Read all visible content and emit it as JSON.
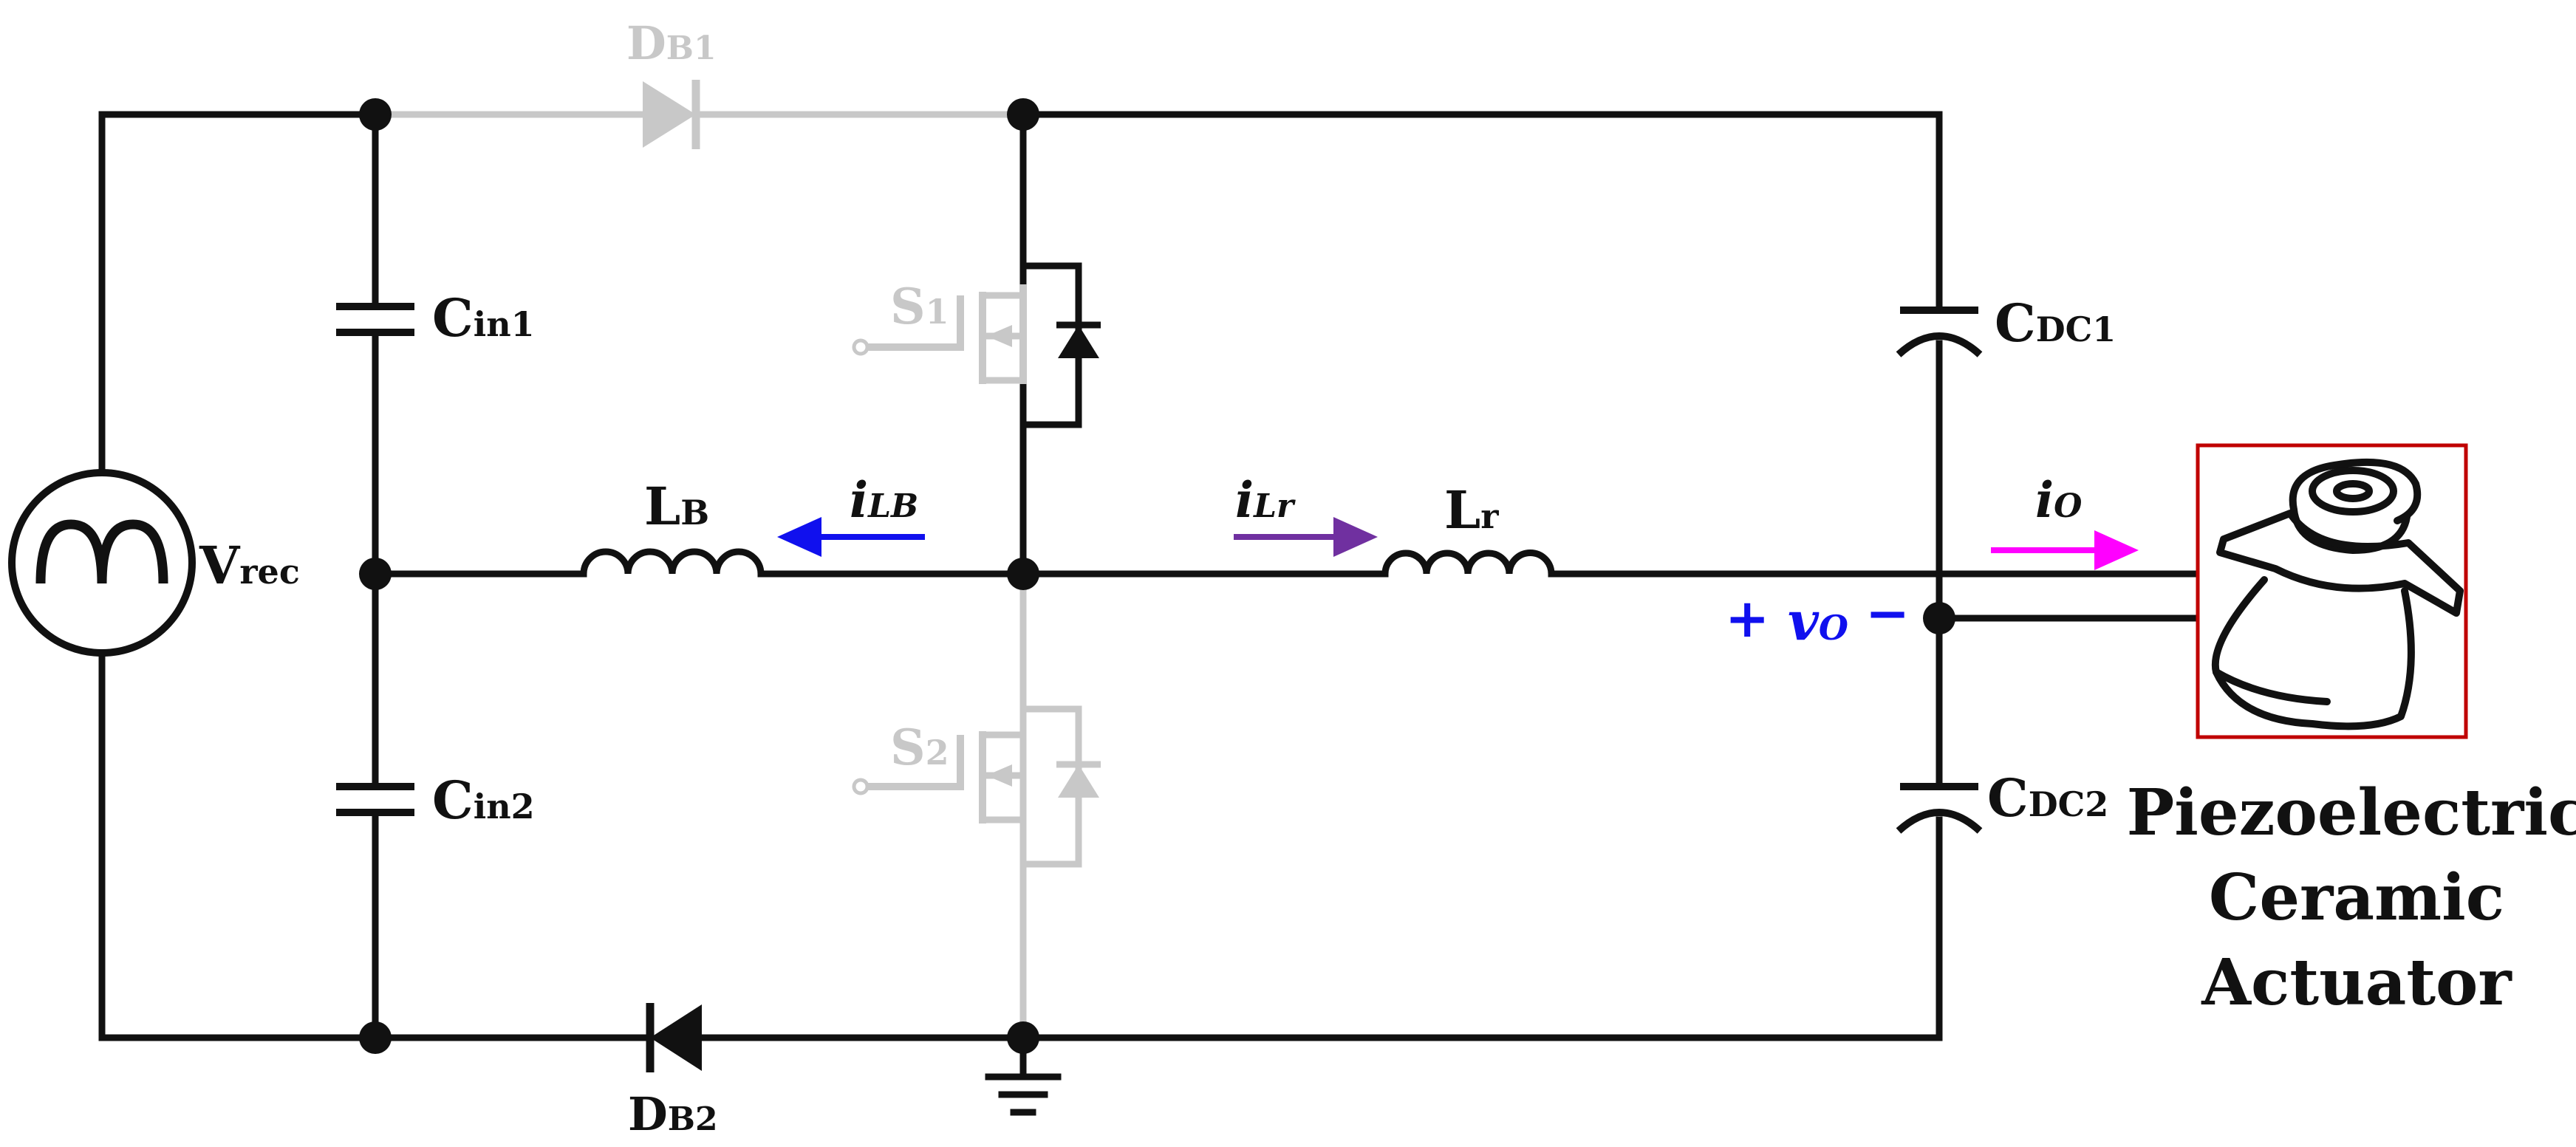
{
  "components": {
    "vrec": {
      "main": "V",
      "sub": "rec"
    },
    "cin1": {
      "main": "C",
      "sub": "in1"
    },
    "cin2": {
      "main": "C",
      "sub": "in2"
    },
    "db1": {
      "main": "D",
      "sub": "B1"
    },
    "db2": {
      "main": "D",
      "sub": "B2"
    },
    "lb": {
      "main": "L",
      "sub": "B"
    },
    "lr": {
      "main": "L",
      "sub": "r"
    },
    "s1": {
      "main": "S",
      "sub": "1"
    },
    "s2": {
      "main": "S",
      "sub": "2"
    },
    "cdc1": {
      "main": "C",
      "sub": "DC1"
    },
    "cdc2": {
      "main": "C",
      "sub": "DC2"
    }
  },
  "currents": {
    "ilb": {
      "main": "i",
      "sub": "LB",
      "color": "#1010ee"
    },
    "ilr": {
      "main": "i",
      "sub": "Lr",
      "color": "#7030a0"
    },
    "io": {
      "main": "i",
      "sub": "O",
      "color": "#ff00ff"
    }
  },
  "voltage": {
    "plus": "+",
    "main": "v",
    "sub": "O",
    "minus": "−",
    "color": "#1010ee"
  },
  "load": {
    "lines": [
      "Piezoelectric",
      "Ceramic",
      "Actuator"
    ],
    "frame_color": "#c00000"
  },
  "colors": {
    "wire": "#111111",
    "inactive": "#c8c8c8"
  }
}
